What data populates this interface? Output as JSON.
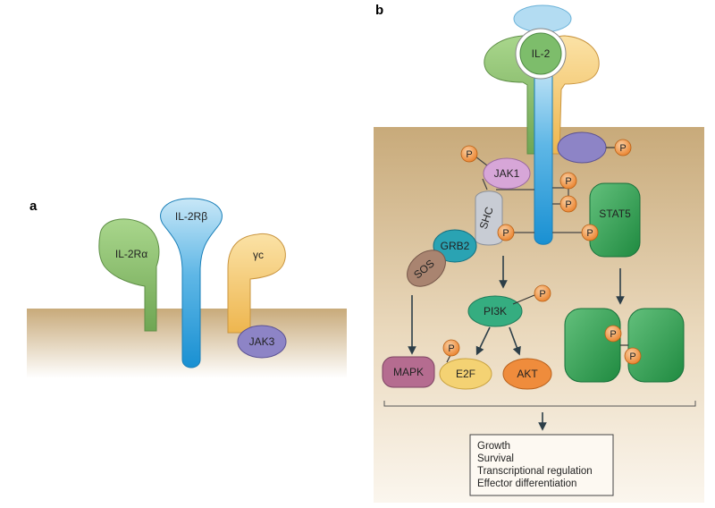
{
  "panel_a": {
    "letter": "a",
    "il2rb_label": "IL-2Rβ",
    "il2ra_label": "IL-2Rα",
    "gc_label": "γc",
    "jak3_label": "JAK3"
  },
  "panel_b": {
    "letter": "b",
    "il2_label": "IL-2",
    "jak1_label": "JAK1",
    "stat5_label": "STAT5",
    "shc_label": "SHC",
    "grb2_label": "GRB2",
    "sos_label": "SOS",
    "pi3k_label": "PI3K",
    "mapk_label": "MAPK",
    "e2f_label": "E2F",
    "akt_label": "AKT",
    "phospho_label": "P",
    "outcomes": [
      "Growth",
      "Survival",
      "Transcriptional regulation",
      "Effector differentiation"
    ]
  },
  "colors": {
    "membrane": "#c7a878",
    "cytoplasm": "#e0c79e",
    "receptor_blue": "#1d9ad6",
    "receptor_light_blue": "#a8d8f0",
    "receptor_green": "#8cbf6a",
    "receptor_yellow": "#f4c96a",
    "jak3_purple": "#8b80c4",
    "stat5_green": "#2e9a4c",
    "phospho_orange": "#f08a2e",
    "grb2_teal": "#1e9aa8",
    "sos_brown": "#a47e6a",
    "mapk_mauve": "#b0688a",
    "e2f_yellow": "#f3cf6a",
    "akt_orange": "#ef8a3a",
    "pi3k_green": "#2faa7c"
  }
}
